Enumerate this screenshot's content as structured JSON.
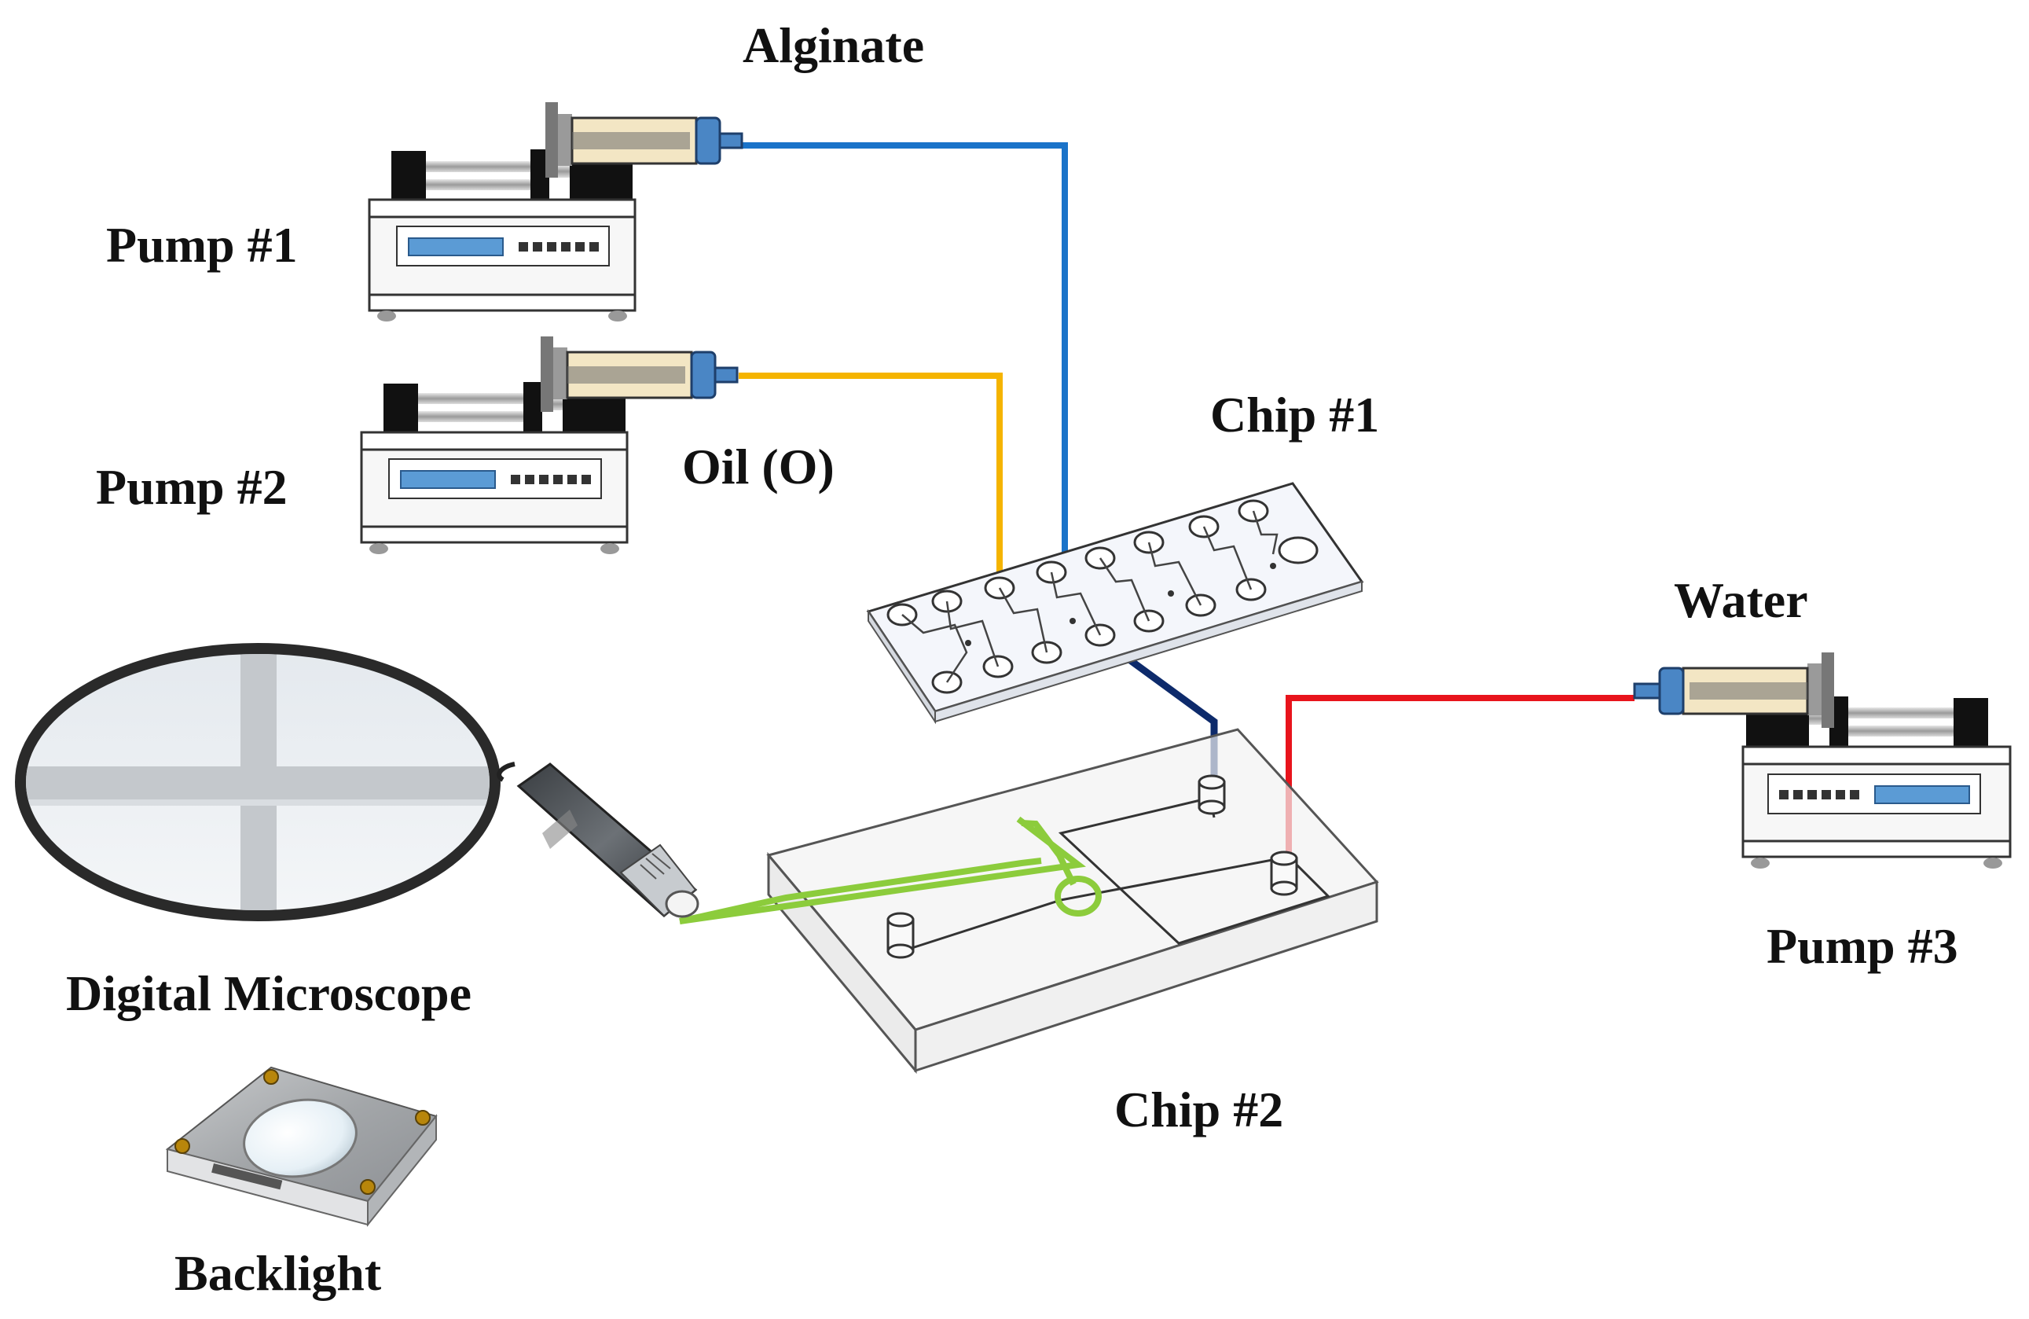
{
  "labels": {
    "alginate": "Alginate",
    "pump1": "Pump #1",
    "pump2": "Pump #2",
    "oil": "Oil (O)",
    "chip1": "Chip #1",
    "water": "Water",
    "pump3": "Pump #3",
    "digital_microscope": "Digital Microscope",
    "chip2": "Chip #2",
    "backlight": "Backlight"
  },
  "tubing_colors": {
    "alginate_line": "#1a73c9",
    "oil_line": "#f5b400",
    "chip_link_line": "#0d2a6b",
    "water_line": "#e8141c",
    "imaging_line": "#8ccc3c"
  },
  "component_colors": {
    "pump_display": "#5b9bd5",
    "syringe_fluid": "#f3e6c4",
    "syringe_hub": "#4a86c5",
    "pump_body": "#f7f7f7",
    "pump_black": "#111111"
  },
  "icons": [
    "syringe-pump-icon",
    "microfluidic-chip-icon",
    "digital-microscope-icon",
    "magnified-view-icon",
    "backlight-panel-icon"
  ]
}
